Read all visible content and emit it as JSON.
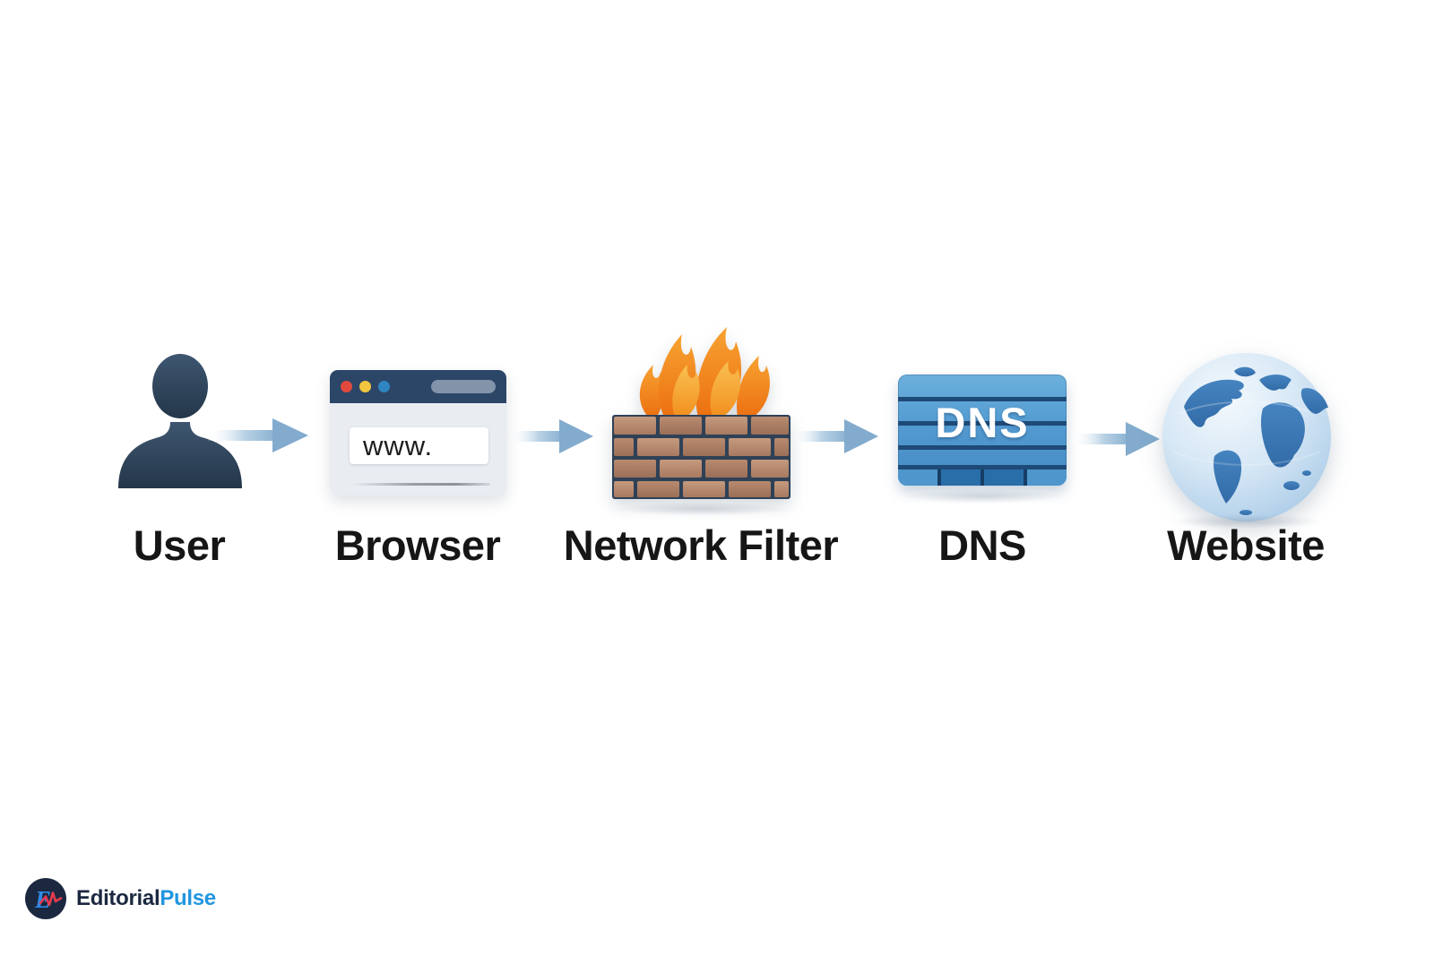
{
  "diagram": {
    "type": "flow",
    "direction": "left-to-right",
    "nodes": [
      {
        "id": "user",
        "label": "User",
        "icon": "person-silhouette"
      },
      {
        "id": "browser",
        "label": "Browser",
        "icon": "browser-window",
        "url_text": "www."
      },
      {
        "id": "network_filter",
        "label": "Network Filter",
        "icon": "firewall-bricks-flames"
      },
      {
        "id": "dns",
        "label": "DNS",
        "icon": "server-stack",
        "server_text": "DNS"
      },
      {
        "id": "website",
        "label": "Website",
        "icon": "globe"
      }
    ],
    "edges": [
      {
        "from": "user",
        "to": "browser"
      },
      {
        "from": "browser",
        "to": "network_filter"
      },
      {
        "from": "network_filter",
        "to": "dns"
      },
      {
        "from": "dns",
        "to": "website"
      }
    ]
  },
  "branding": {
    "logo_monogram": "E",
    "name_primary": "Editorial",
    "name_secondary": "Pulse"
  },
  "colors": {
    "background": "#ffffff",
    "label_text": "#161616",
    "arrow": "#8cb3d2",
    "user_icon": "#35495e",
    "browser_header": "#2c4668",
    "brick": "#b5876c",
    "mortar": "#2f4156",
    "flame_orange": "#f08c1e",
    "dns_blue": "#4a90c8",
    "globe_land": "#3c7cb8",
    "logo_navy": "#1b2840",
    "logo_blue": "#2196e0",
    "logo_pulse_red": "#e63b4e"
  }
}
